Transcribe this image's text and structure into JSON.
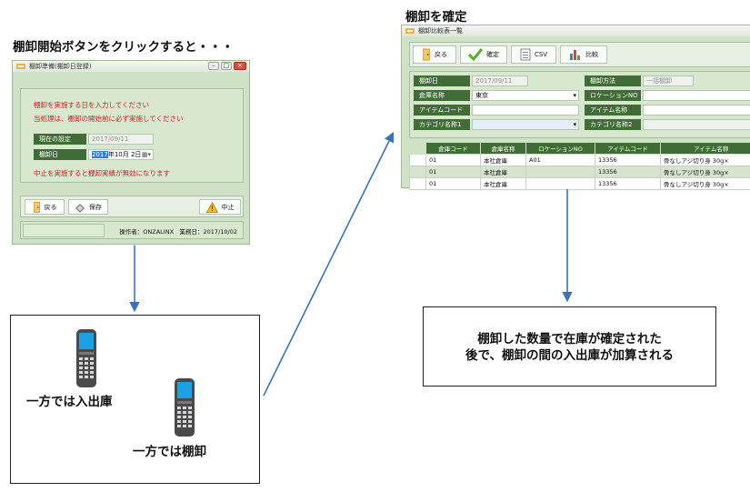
{
  "headings": {
    "left": "棚卸開始ボタンをクリックすると・・・",
    "right": "棚卸を確定"
  },
  "dialog": {
    "title": "棚卸準備(棚卸日登録)",
    "messages": [
      "棚卸を実施する日を入力してください",
      "当処理は、棚卸の開始前に必ず実施してください"
    ],
    "current_label": "現在の設定",
    "current_value": "2017/09/11",
    "date_label": "棚卸日",
    "date_sel": "2017",
    "date_rest": "年10月  2日",
    "warning": "中止を実施すると棚卸実績が無効になります",
    "buttons": {
      "back": "戻る",
      "save": "保存",
      "cancel": "中止"
    },
    "status": "操作者：ONZALINX　業務日：2017/10/02"
  },
  "compare": {
    "title": "棚卸比較表一覧",
    "toolbar": {
      "back": "戻る",
      "confirm": "確定",
      "csv": "CSV",
      "compare": "比較"
    },
    "filters": {
      "date_label": "棚卸日",
      "date_value": "2017/09/11",
      "method_label": "棚卸方法",
      "method_value": "一括棚卸",
      "warehouse_label": "倉庫名称",
      "warehouse_value": "東京",
      "location_label": "ロケーションNO",
      "item_code_label": "アイテムコード",
      "item_name_label": "アイテム名称",
      "cat1_label": "カテゴリ名称1",
      "cat2_label": "カテゴリ名称2"
    },
    "columns": [
      "倉庫コード",
      "倉庫名称",
      "ロケーションNO",
      "アイテムコード",
      "アイテム名称"
    ],
    "rows": [
      [
        "01",
        "本社倉庫",
        "A01",
        "13356",
        "骨なしアジ切り身 30g×"
      ],
      [
        "01",
        "本社倉庫",
        "",
        "13356",
        "骨なしアジ切り身 30g×"
      ],
      [
        "01",
        "本社倉庫",
        "",
        "13356",
        "骨なしアジ切り身 30g×"
      ]
    ]
  },
  "scanner_box": {
    "label_1": "一方では入出庫",
    "label_2": "一方では棚卸"
  },
  "result_box": {
    "line_1": "棚卸した数量で在庫が確定された",
    "line_2": "後で、棚卸の間の入出庫が加算される"
  },
  "colors": {
    "arrow": "#3a72b8",
    "header_green": "#3f6d35",
    "panel_green": "#cfe2c6",
    "message_red": "#cf1f1f"
  }
}
